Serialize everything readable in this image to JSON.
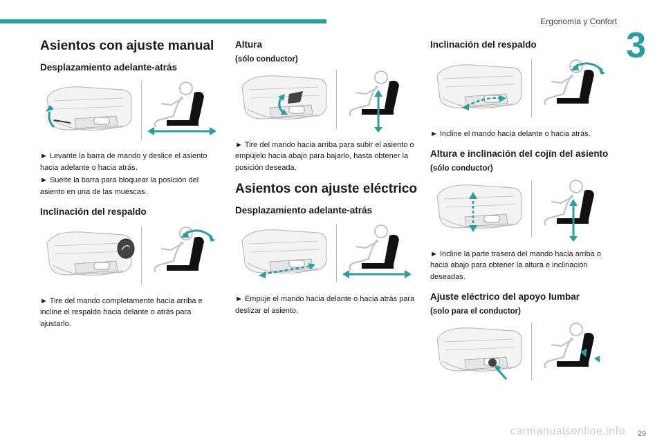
{
  "header": {
    "section_title": "Ergonomía y Confort",
    "chapter_number": "3"
  },
  "footer": {
    "page_number": "29",
    "watermark": "carmanualsonline.info"
  },
  "colors": {
    "accent": "#2a9d9f",
    "figure_gray": "#c4c4c4",
    "text": "#1a1a1a"
  },
  "col1": {
    "h1": "Asientos con ajuste manual",
    "s1_title": "Desplazamiento adelante-atrás",
    "s1_p1": "► Levante la barra de mando y deslice el asiento hacia adelante o hacia atrás.",
    "s1_p2": "► Suelte la barra para bloquear la posición del asiento en una de las muescas.",
    "s2_title": "Inclinación del respaldo",
    "s2_p1": "► Tire del mando completamente hacia arriba e incline el respaldo hacia delante o atrás para ajustarlo."
  },
  "col2": {
    "s1_title": "Altura",
    "s1_sub": "(sólo conductor)",
    "s1_p1": "► Tire del mando hacia arriba para subir el asiento o empújelo hacia abajo para bajarlo, hasta obtener la posición deseada.",
    "h1": "Asientos con ajuste eléctrico",
    "s2_title": "Desplazamiento adelante-atrás",
    "s2_p1": "► Empuje el mando hacia delante o hacia atrás para deslizar el asiento."
  },
  "col3": {
    "s1_title": "Inclinación del respaldo",
    "s1_p1": "► Incline el mando hacia delante o hacia atrás.",
    "s2_title": "Altura e inclinación del cojín del asiento",
    "s2_sub": "(sólo conductor)",
    "s2_p1": "► Incline la parte trasera del mando hacia arriba o hacia abajo para obtener la altura e inclinación deseadas.",
    "s3_title": "Ajuste eléctrico del apoyo lumbar",
    "s3_sub": "(solo para el conductor)"
  }
}
